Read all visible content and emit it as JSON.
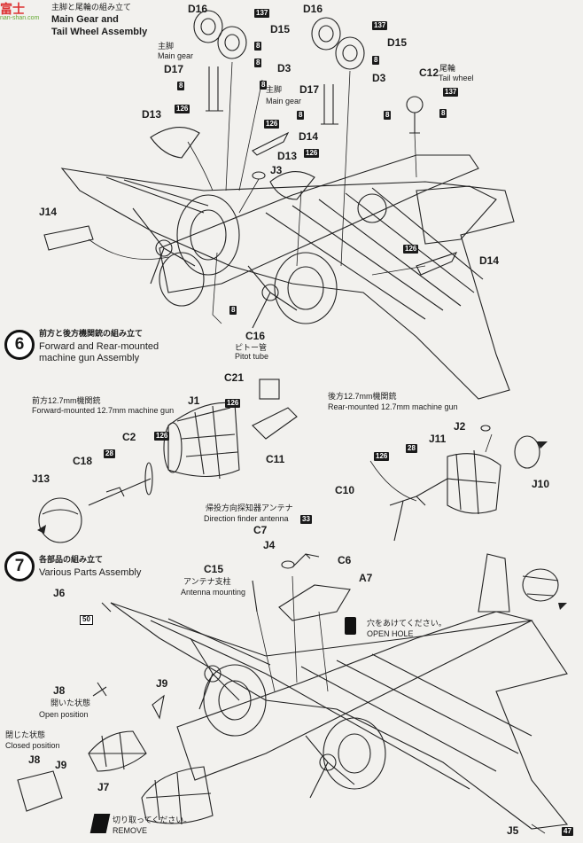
{
  "watermark": {
    "brand": "富士",
    "site": "nan-shan.com"
  },
  "section5": {
    "jp": "主脚と尾輪の組み立て",
    "en1": "Main Gear and",
    "en2": "Tail Wheel Assembly",
    "notes": {
      "main_gear_jp": "主脚",
      "main_gear_en": "Main gear",
      "main_gear2_jp": "主脚",
      "main_gear2_en": "Main gear",
      "tail_jp": "尾輪",
      "tail_en": "Tail wheel"
    }
  },
  "section6": {
    "number": "6",
    "jp": "前方と後方機関銃の組み立て",
    "en1": "Forward and Rear-mounted",
    "en2": "machine gun Assembly",
    "fwd_jp": "前方12.7mm機関銃",
    "fwd_en": "Forward-mounted 12.7mm machine gun",
    "rear_jp": "後方12.7mm機関銃",
    "rear_en": "Rear-mounted 12.7mm machine gun"
  },
  "section7": {
    "number": "7",
    "jp": "各部品の組み立て",
    "en": "Various Parts Assembly",
    "df_jp": "帰投方向探知器アンテナ",
    "df_en": "Direction finder antenna",
    "ant_jp": "アンテナ支柱",
    "ant_en": "Antenna mounting",
    "hole_jp": "穴をあけてください。",
    "hole_en": "OPEN HOLE",
    "open_jp": "開いた状態",
    "open_en": "Open position",
    "closed_jp": "閉じた状態",
    "closed_en": "Closed position",
    "remove_jp": "切り取ってください。",
    "remove_en": "REMOVE"
  },
  "pitot": {
    "label": "C16",
    "jp": "ピトー管",
    "en": "Pitot tube"
  },
  "parts": {
    "D16a": "D16",
    "D15a": "D15",
    "D17a": "D17",
    "D3a": "D3",
    "D13a": "D13",
    "D14a": "D14",
    "J3": "J3",
    "J14": "J14",
    "D16b": "D16",
    "D15b": "D15",
    "D17b": "D17",
    "D3b": "D3",
    "D13b": "D13",
    "D14b": "D14",
    "C12": "C12",
    "C21": "C21",
    "J1": "J1",
    "C2": "C2",
    "C18": "C18",
    "J13": "J13",
    "C11": "C11",
    "J2": "J2",
    "J11": "J11",
    "C10": "C10",
    "J10": "J10",
    "C7": "C7",
    "J4": "J4",
    "C6": "C6",
    "A7": "A7",
    "C15": "C15",
    "J6": "J6",
    "J8": "J8",
    "J9": "J9",
    "J7": "J7",
    "J8b": "J8",
    "J9b": "J9",
    "J5": "J5"
  },
  "colors": {
    "n137": "137",
    "n8": "8",
    "n126": "126",
    "n28": "28",
    "n33": "33",
    "n50": "50",
    "n47": "47"
  }
}
